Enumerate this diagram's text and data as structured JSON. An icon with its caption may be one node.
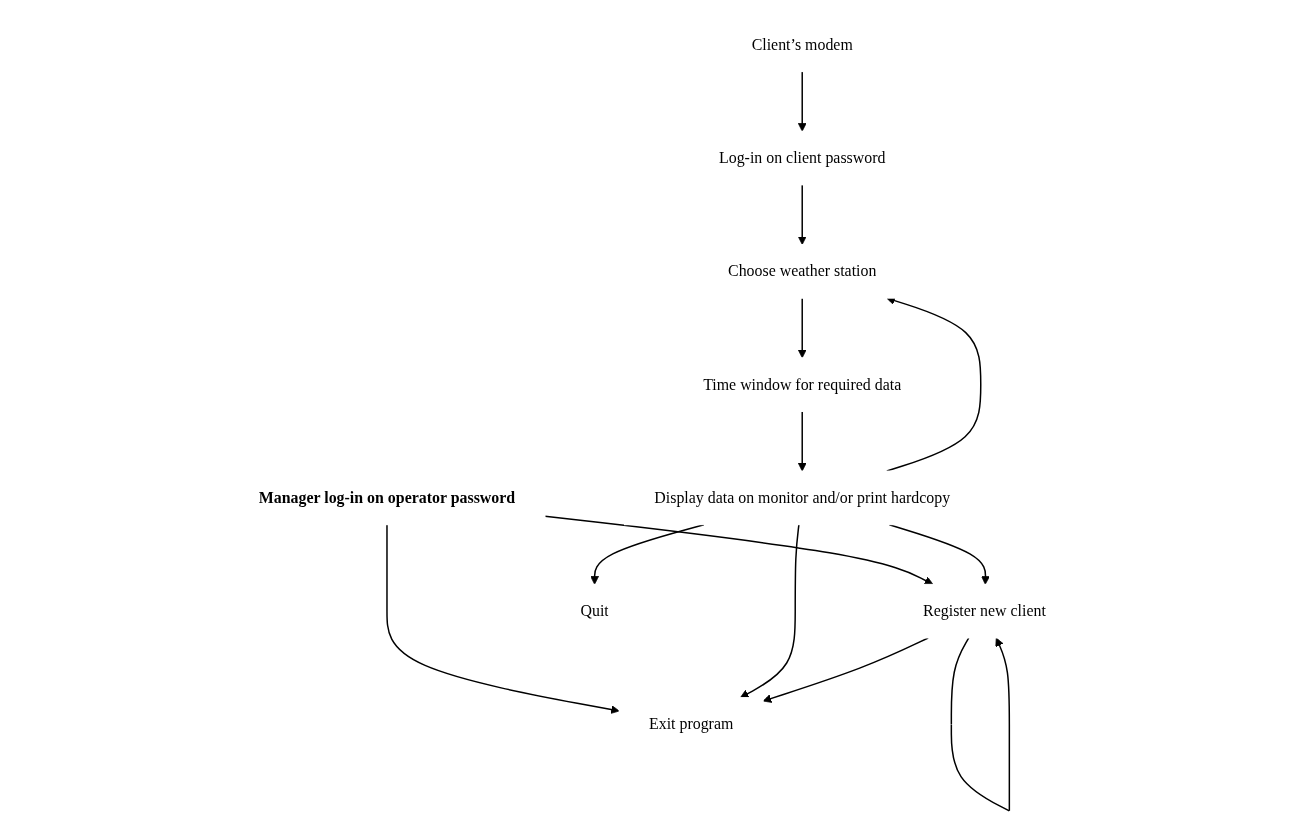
{
  "diagram": {
    "nodes": [
      {
        "text": [
          "Manager log-in on operator password"
        ]
      },
      {
        "text": [
          "Exit program"
        ]
      },
      {
        "text": [
          "Register new client"
        ]
      },
      {
        "text": [
          "Client’s modem"
        ]
      },
      {
        "text": [
          "Log-in on client password"
        ]
      },
      {
        "text": [
          "Choose weather station"
        ]
      },
      {
        "text": [
          "Time window for required data"
        ]
      },
      {
        "text": [
          "Display data on monitor and/or print hardcopy"
        ]
      },
      {
        "text": [
          "Quit"
        ]
      }
    ],
    "edges": [
      {
        "from": 0,
        "to": 1,
        "arrow": "to"
      },
      {
        "from": 0,
        "to": 2,
        "arrow": "to"
      },
      {
        "from": 3,
        "to": 4,
        "arrow": "to"
      },
      {
        "from": 4,
        "to": 5,
        "arrow": "to"
      },
      {
        "from": 5,
        "to": 6,
        "arrow": "to"
      },
      {
        "from": 6,
        "to": 7,
        "arrow": "to"
      },
      {
        "from": 7,
        "to": 8,
        "arrow": "to"
      },
      {
        "from": 7,
        "to": 5,
        "arrow": "to"
      },
      {
        "from": 7,
        "to": 1,
        "arrow": "to"
      },
      {
        "from": 7,
        "to": 2,
        "arrow": "to"
      },
      {
        "from": 2,
        "to": 1,
        "arrow": "to"
      },
      {
        "from": 2,
        "to": 2,
        "arrow": "to"
      }
    ]
  }
}
